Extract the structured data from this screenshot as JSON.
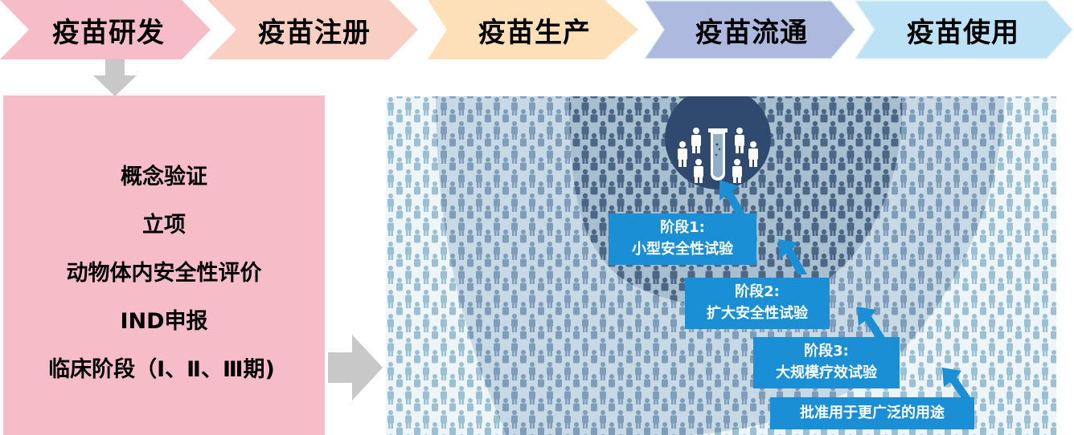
{
  "process_bar": {
    "steps": [
      {
        "label": "疫苗研发",
        "color": "#f6bdc8"
      },
      {
        "label": "疫苗注册",
        "color": "#f9cfc3"
      },
      {
        "label": "疫苗生产",
        "color": "#fde0b8"
      },
      {
        "label": "疫苗流通",
        "color": "#adb9de"
      },
      {
        "label": "疫苗使用",
        "color": "#bde2f5"
      }
    ]
  },
  "arrows": {
    "down_color": "#c8c8c8",
    "right_color": "#c8c8c8"
  },
  "research_details": {
    "items": [
      "概念验证",
      "立项",
      "动物体内安全性评价",
      "IND申报",
      "临床阶段（Ⅰ、Ⅱ、Ⅲ期)"
    ]
  },
  "clinical_infographic": {
    "stages": [
      {
        "title": "阶段1:",
        "desc": "小型安全性试验"
      },
      {
        "title": "阶段2:",
        "desc": "扩大安全性试验"
      },
      {
        "title": "阶段3:",
        "desc": "大规模疗效试验"
      }
    ],
    "final": "批准用于更广泛的用途",
    "colors": {
      "label_bg": "#1a8fd6",
      "circle": "#2f4a6e",
      "people_dark": "#4c6685",
      "people_mid": "#7f9db8",
      "people_light": "#9cc0d3",
      "bg_light": "#eef5f9",
      "bg_mid": "#c6d9e4"
    }
  }
}
